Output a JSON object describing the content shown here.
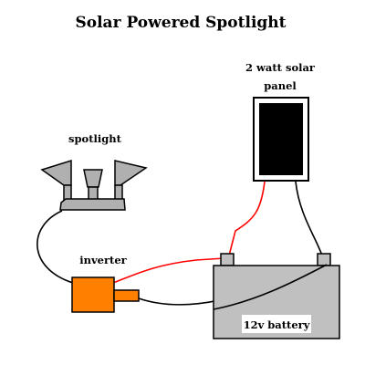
{
  "title": "Solar Powered Spotlight",
  "labels": {
    "panel_line1": "2 watt solar",
    "panel_line2": "panel",
    "spotlight": "spotlight",
    "inverter": "inverter",
    "battery": "12v battery"
  },
  "colors": {
    "panel_cell": "#000000",
    "battery_body": "#c0c0c0",
    "inverter": "#ff7f00",
    "spotlight": "#b0b0b0",
    "positive_wire": "#ff0000",
    "negative_wire": "#000000"
  }
}
